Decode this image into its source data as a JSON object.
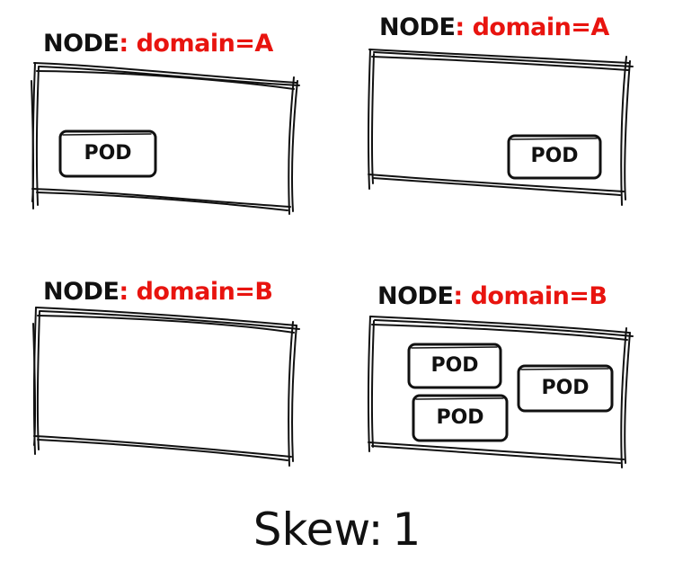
{
  "nodes": [
    {
      "name": "NODE",
      "label": ": domain=A",
      "pods": [
        "POD"
      ]
    },
    {
      "name": "NODE",
      "label": ": domain=A",
      "pods": [
        "POD"
      ]
    },
    {
      "name": "NODE",
      "label": ": domain=B",
      "pods": []
    },
    {
      "name": "NODE",
      "label": ": domain=B",
      "pods": [
        "POD",
        "POD",
        "POD"
      ]
    }
  ],
  "skew": {
    "label": "Skew",
    "separator": ":",
    "value": "1"
  },
  "colors": {
    "ink": "#111111",
    "accent": "#e8140f"
  }
}
